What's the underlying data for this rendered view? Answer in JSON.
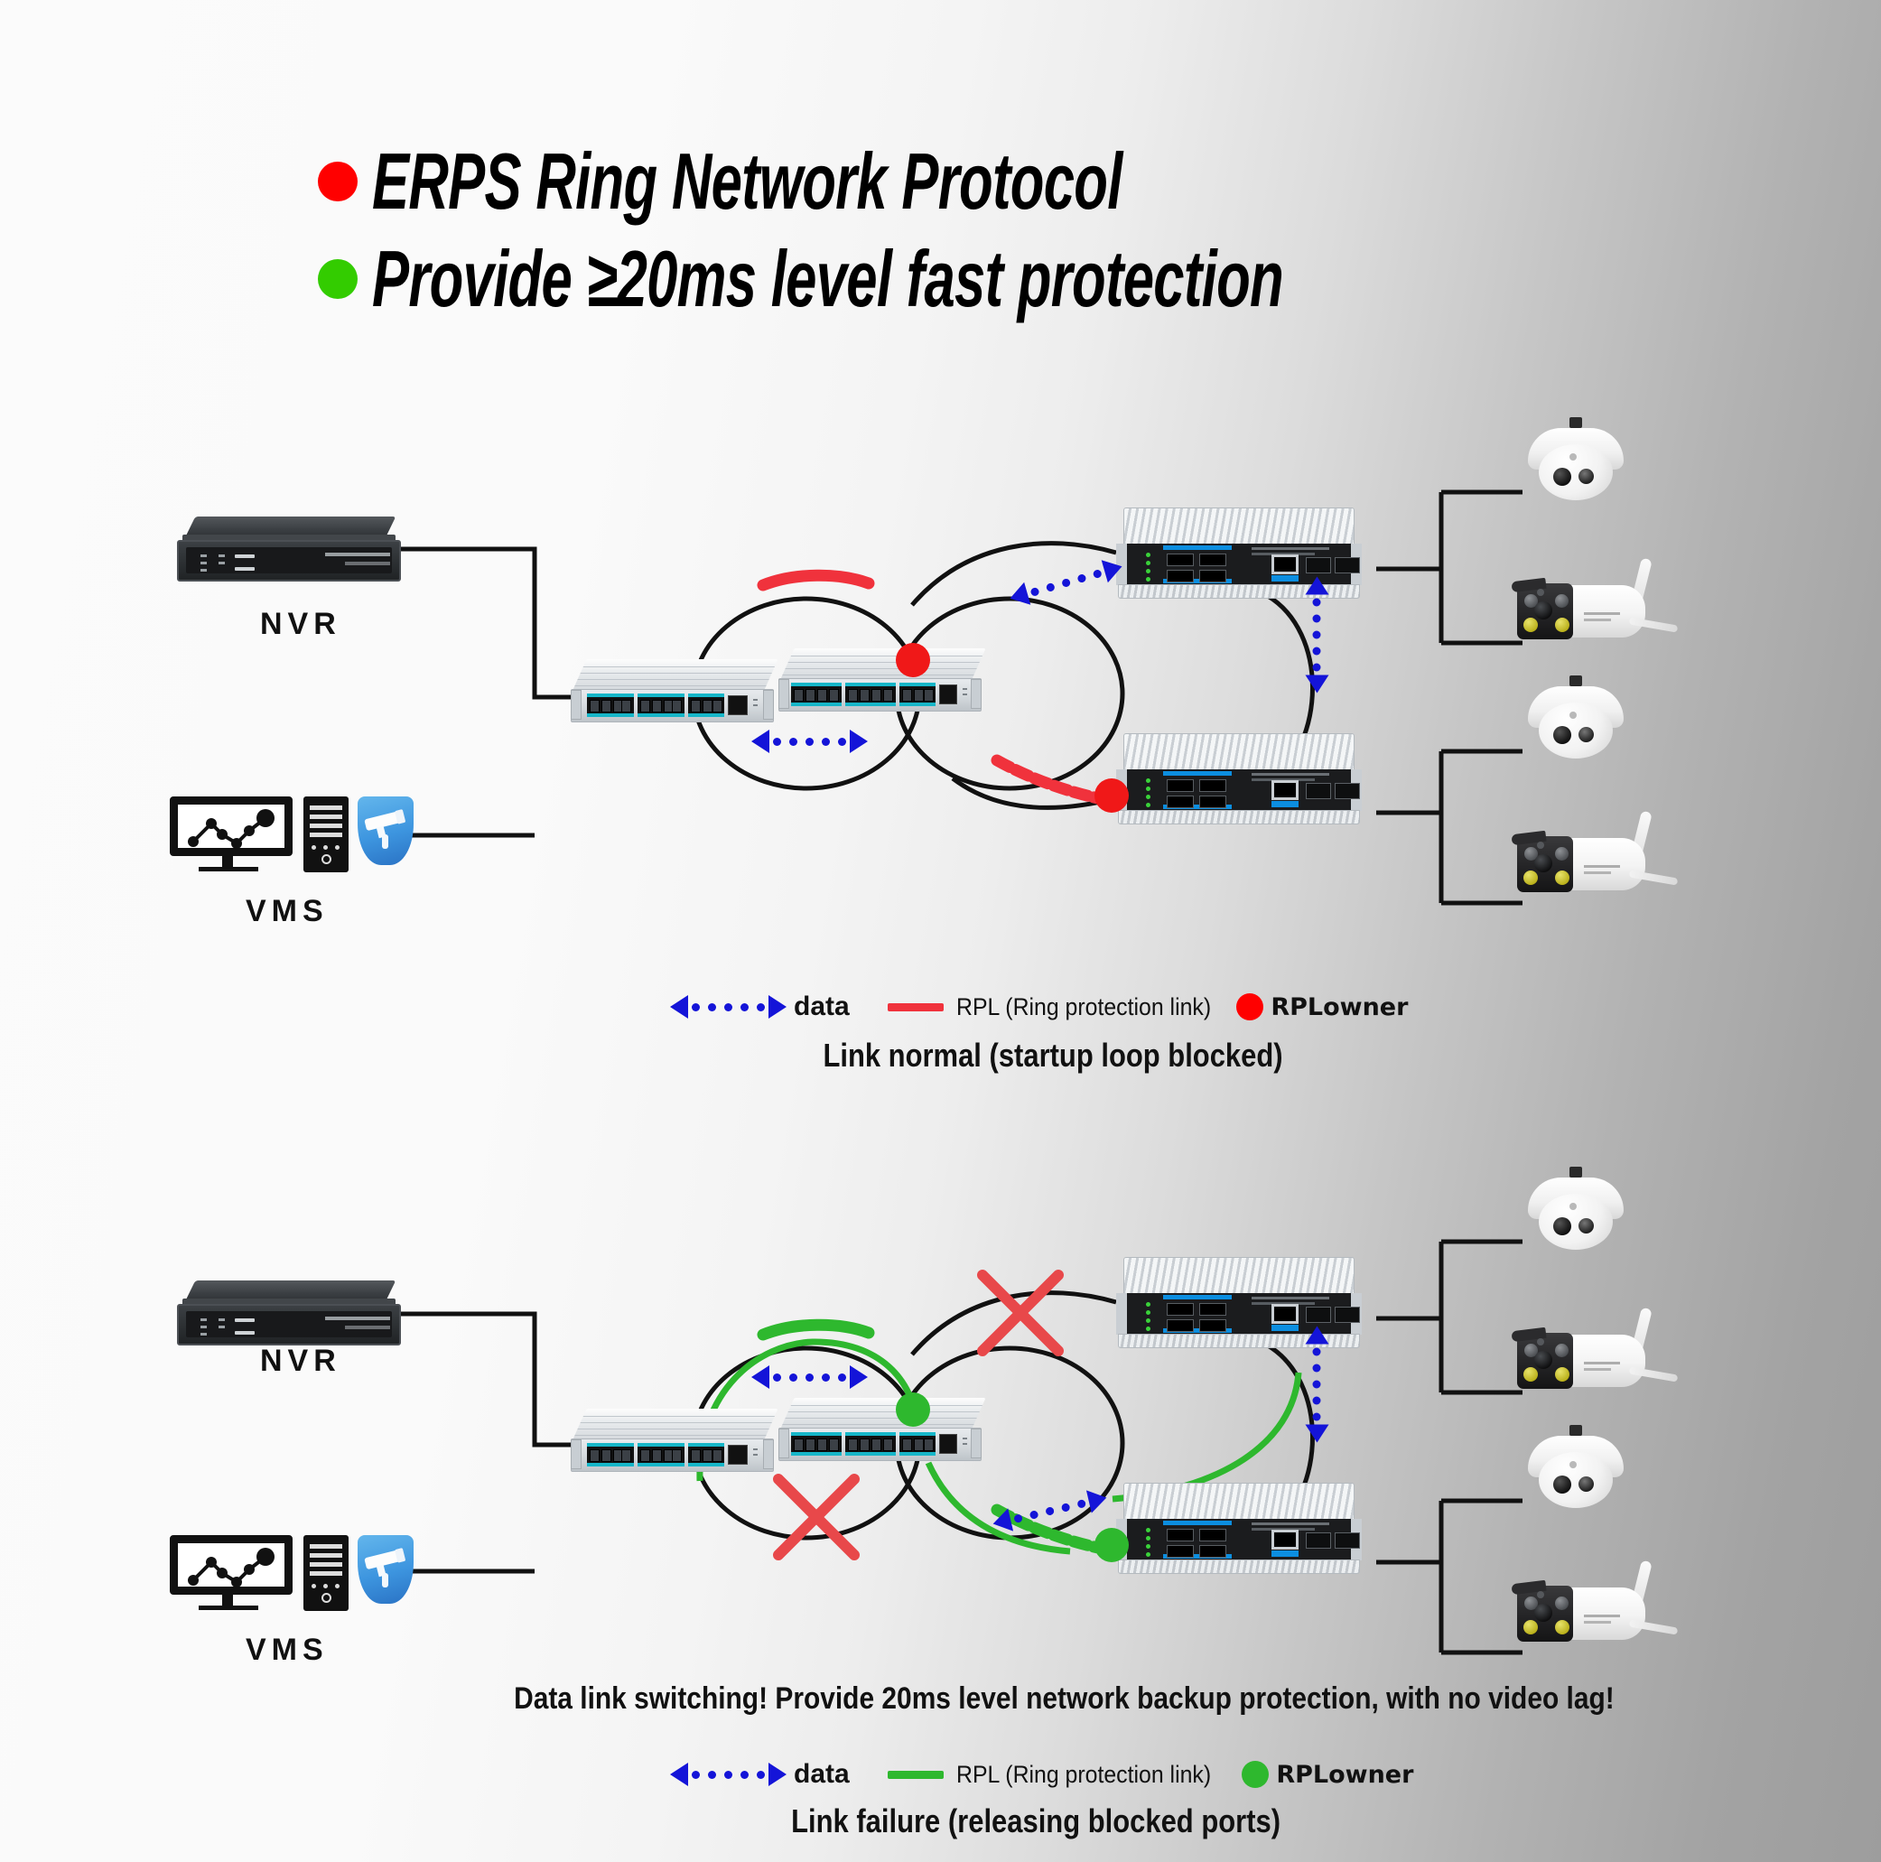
{
  "title": {
    "line1": {
      "text": "ERPS Ring Network Protocol",
      "bullet_color": "#ff0000",
      "bullet_name": "red-bullet"
    },
    "line2": {
      "text": "Provide ≥20ms level fast protection",
      "bullet_color": "#33cc00",
      "bullet_name": "green-bullet"
    }
  },
  "colors": {
    "data_arrow": "#1414d8",
    "rpl_normal": "#f0323c",
    "rpl_failure": "#2eb82e",
    "fault_x": "#e8484a",
    "link": "#111111",
    "switch_accent_teal": "#16b6c8",
    "switch_accent_blue": "#0c8ee0"
  },
  "diagram_top": {
    "name": "link-normal-diagram",
    "devices": {
      "nvr_label": "NVR",
      "vms_label": "VMS"
    },
    "legend": {
      "data_label": "data",
      "rpl_label": "RPL (Ring protection link)",
      "owner_label": "RPLowner",
      "rpl_color": "#f0323c",
      "owner_color": "#ff0000"
    },
    "caption": "Link normal (startup loop blocked)"
  },
  "diagram_bottom": {
    "name": "link-failure-diagram",
    "devices": {
      "nvr_label": "NVR",
      "vms_label": "VMS"
    },
    "banner": "Data link switching! Provide 20ms level network backup protection, with no video lag!",
    "legend": {
      "data_label": "data",
      "rpl_label": "RPL (Ring protection link)",
      "owner_label": "RPLowner",
      "rpl_color": "#2eb82e",
      "owner_color": "#2eb82e"
    },
    "caption": "Link failure (releasing blocked ports)"
  }
}
